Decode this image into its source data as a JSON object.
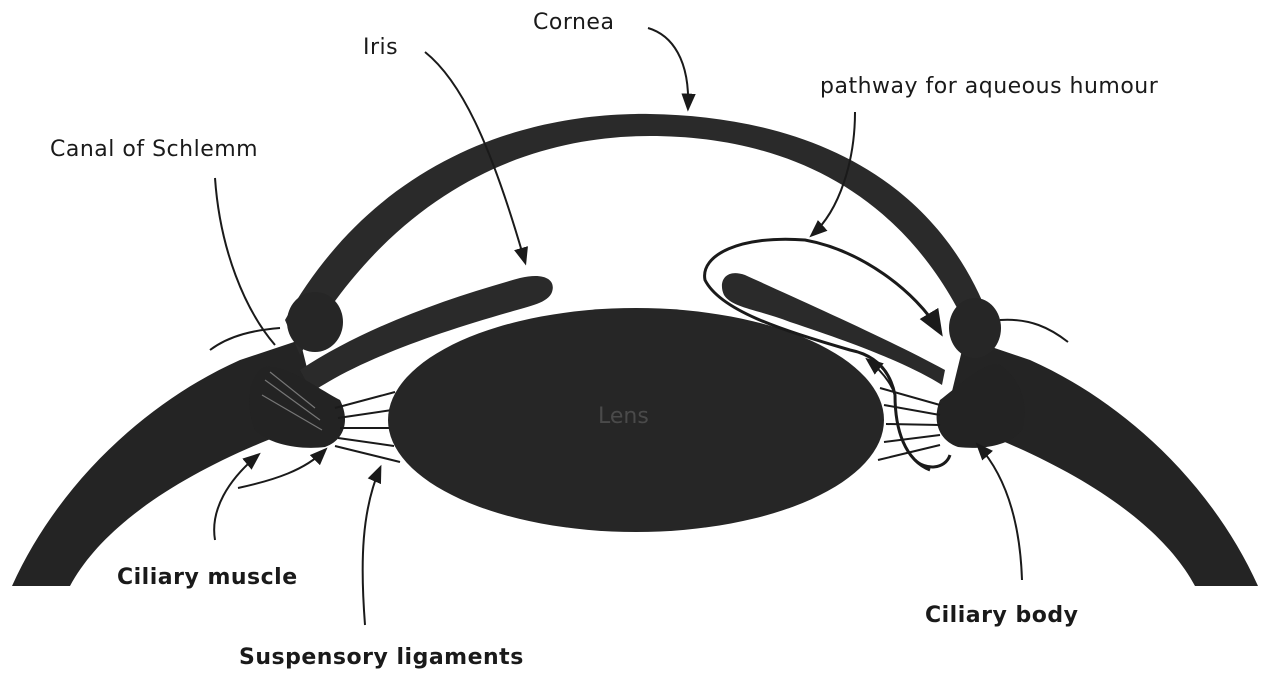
{
  "labels": {
    "cornea": "Cornea",
    "iris": "Iris",
    "pathway": "pathway for aqueous humour",
    "canal": "Canal of Schlemm",
    "lens": "Lens",
    "ciliary_muscle": "Ciliary muscle",
    "ciliary_body": "Ciliary body",
    "suspensory": "Suspensory ligaments"
  },
  "colors": {
    "ink": "#1a1a1a",
    "tissue": "#242424",
    "lens": "#262626",
    "paper": "#ffffff"
  }
}
